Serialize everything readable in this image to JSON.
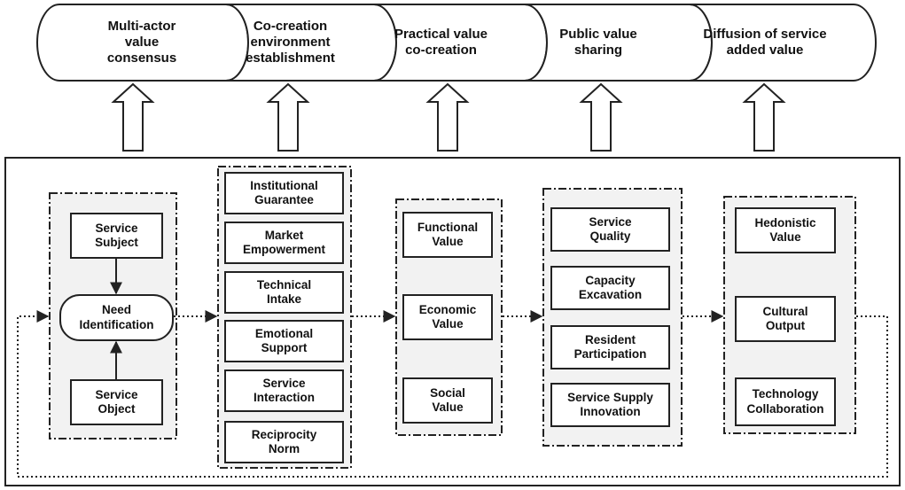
{
  "stages": [
    {
      "label": "Multi-actor\nvalue\nconsensus"
    },
    {
      "label": "Co-creation\nenvironment\nestablishment"
    },
    {
      "label": "Practical value\nco-creation"
    },
    {
      "label": "Public value\nsharing"
    },
    {
      "label": "Diffusion of service\nadded value"
    }
  ],
  "group1": {
    "service_subject": "Service\nSubject",
    "need_identification": "Need\nIdentification",
    "service_object": "Service\nObject"
  },
  "group2": {
    "items": [
      "Institutional\nGuarantee",
      "Market\nEmpowerment",
      "Technical\nIntake",
      "Emotional\nSupport",
      "Service\nInteraction",
      "Reciprocity\nNorm"
    ]
  },
  "group3": {
    "items": [
      "Functional\nValue",
      "Economic\nValue",
      "Social\nValue"
    ]
  },
  "group4": {
    "items": [
      "Service\nQuality",
      "Capacity\nExcavation",
      "Resident\nParticipation",
      "Service Supply\nInnovation"
    ]
  },
  "group5": {
    "items": [
      "Hedonistic\nValue",
      "Cultural\nOutput",
      "Technology\nCollaboration"
    ]
  }
}
